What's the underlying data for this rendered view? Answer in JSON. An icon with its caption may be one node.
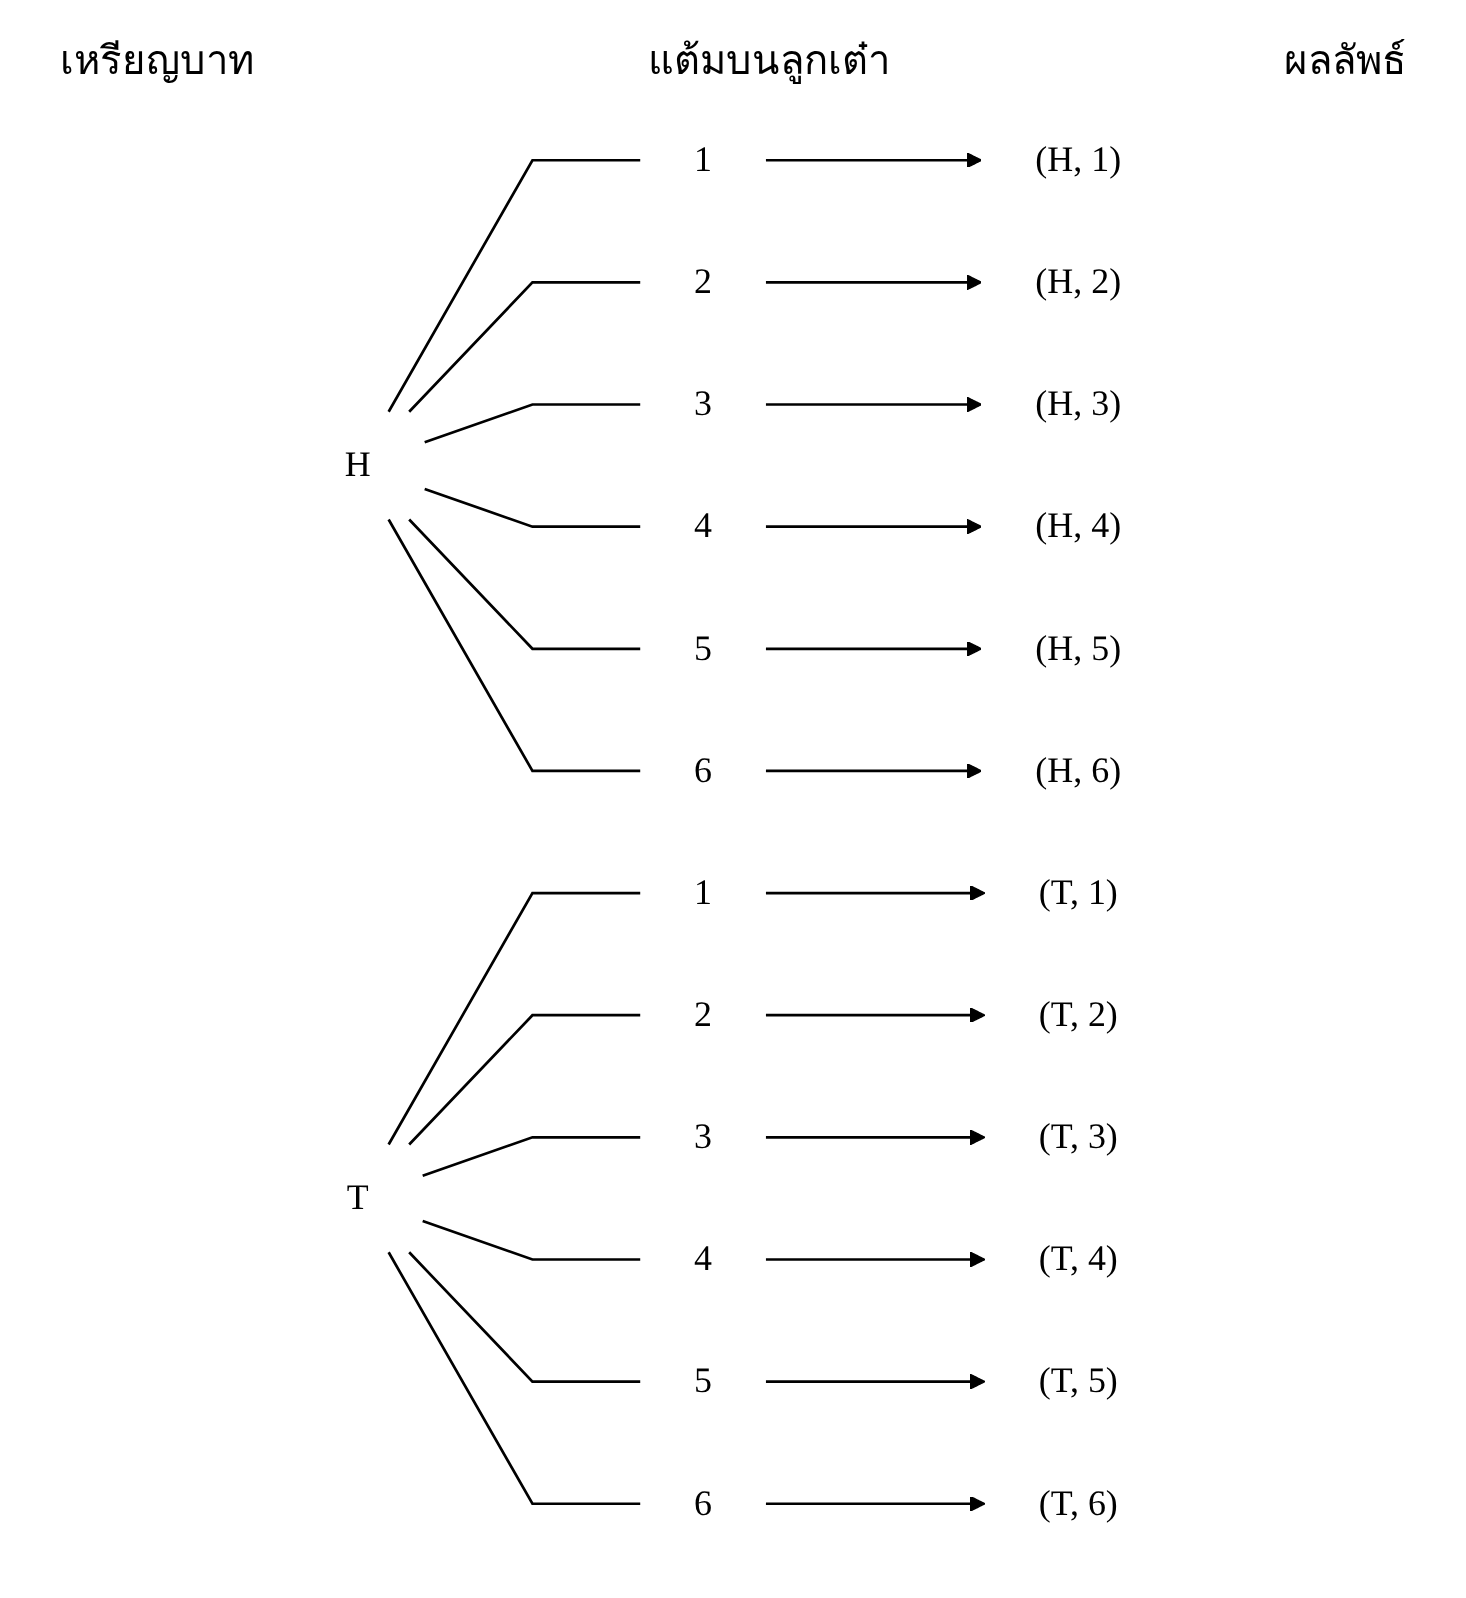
{
  "diagram": {
    "nodes": [
      {
        "text": [
          "H"
        ]
      },
      {
        "text": [
          "1"
        ]
      },
      {
        "text": [
          "2"
        ]
      },
      {
        "text": [
          "3"
        ]
      },
      {
        "text": [
          "4"
        ]
      },
      {
        "text": [
          "5"
        ]
      },
      {
        "text": [
          "6"
        ]
      },
      {
        "text": [
          "(H, 1)"
        ]
      },
      {
        "text": [
          "(H, 2)"
        ]
      },
      {
        "text": [
          "(H, 3)"
        ]
      },
      {
        "text": [
          "(H, 4)"
        ]
      },
      {
        "text": [
          "(H, 5)"
        ]
      },
      {
        "text": [
          "(H, 6)"
        ]
      },
      {
        "text": [
          "T"
        ]
      },
      {
        "text": [
          "1"
        ]
      },
      {
        "text": [
          "2"
        ]
      },
      {
        "text": [
          "3"
        ]
      },
      {
        "text": [
          "4"
        ]
      },
      {
        "text": [
          "5"
        ]
      },
      {
        "text": [
          "6"
        ]
      },
      {
        "text": [
          "(T, 1)"
        ]
      },
      {
        "text": [
          "(T, 2)"
        ]
      },
      {
        "text": [
          "(T, 3)"
        ]
      },
      {
        "text": [
          "(T, 4)"
        ]
      },
      {
        "text": [
          "(T, 5)"
        ]
      },
      {
        "text": [
          "(T, 6)"
        ]
      }
    ],
    "edges": [
      {
        "from": 0,
        "to": 1,
        "arrow": "none"
      },
      {
        "from": 0,
        "to": 2,
        "arrow": "none"
      },
      {
        "from": 0,
        "to": 3,
        "arrow": "none"
      },
      {
        "from": 0,
        "to": 4,
        "arrow": "none"
      },
      {
        "from": 0,
        "to": 5,
        "arrow": "none"
      },
      {
        "from": 0,
        "to": 6,
        "arrow": "none"
      },
      {
        "from": 1,
        "to": 7,
        "arrow": "to"
      },
      {
        "from": 2,
        "to": 8,
        "arrow": "to"
      },
      {
        "from": 3,
        "to": 9,
        "arrow": "to"
      },
      {
        "from": 4,
        "to": 10,
        "arrow": "to"
      },
      {
        "from": 5,
        "to": 11,
        "arrow": "to"
      },
      {
        "from": 6,
        "to": 12,
        "arrow": "to"
      },
      {
        "from": 13,
        "to": 14,
        "arrow": "none"
      },
      {
        "from": 13,
        "to": 15,
        "arrow": "none"
      },
      {
        "from": 13,
        "to": 16,
        "arrow": "none"
      },
      {
        "from": 13,
        "to": 17,
        "arrow": "none"
      },
      {
        "from": 13,
        "to": 18,
        "arrow": "none"
      },
      {
        "from": 13,
        "to": 19,
        "arrow": "none"
      },
      {
        "from": 14,
        "to": 20,
        "arrow": "to"
      },
      {
        "from": 15,
        "to": 21,
        "arrow": "to"
      },
      {
        "from": 16,
        "to": 22,
        "arrow": "to"
      },
      {
        "from": 17,
        "to": 23,
        "arrow": "to"
      },
      {
        "from": 18,
        "to": 24,
        "arrow": "to"
      },
      {
        "from": 19,
        "to": 25,
        "arrow": "to"
      }
    ],
    "labels": [
      "เหรียญบาท",
      "แต้มบนลูกเต๋า",
      "ผลลัพธ์"
    ]
  }
}
